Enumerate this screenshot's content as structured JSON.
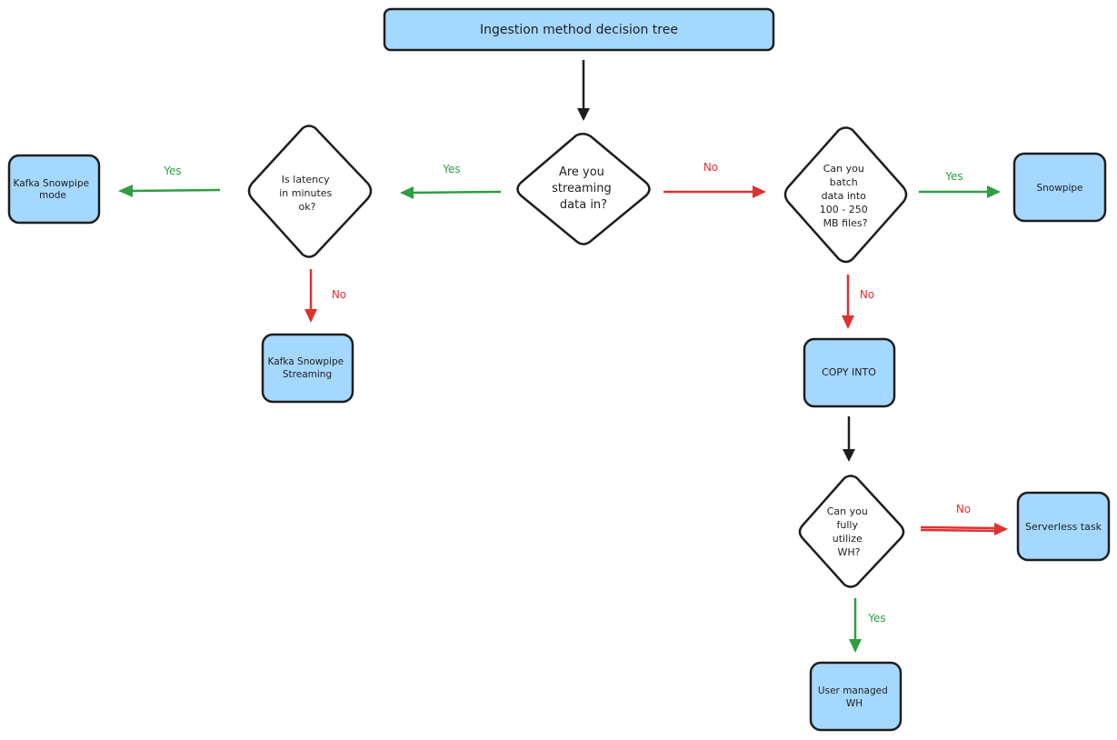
{
  "title": "Ingestion method decision tree",
  "nodes": {
    "streaming_q": [
      "Are you",
      "streaming",
      "data in?"
    ],
    "latency_q": [
      "Is latency",
      "in minutes",
      "ok?"
    ],
    "batch_q": [
      "Can you",
      "batch",
      "data into",
      "100 - 250",
      "MB files?"
    ],
    "wh_q": [
      "Can you",
      "fully",
      "utilize",
      "WH?"
    ],
    "kafka_mode": [
      "Kafka Snowpipe",
      "mode"
    ],
    "kafka_streaming": [
      "Kafka Snowpipe",
      "Streaming"
    ],
    "snowpipe": [
      "Snowpipe"
    ],
    "copy_into": [
      "COPY INTO"
    ],
    "serverless_task": [
      "Serverless task"
    ],
    "user_wh": [
      "User managed",
      "WH"
    ]
  },
  "edge_labels": {
    "yes": "Yes",
    "no": "No"
  },
  "colors": {
    "box_fill": "#a5d8ff",
    "stroke": "#1e1e1e",
    "yes": "#2f9e44",
    "no": "#e03131"
  }
}
